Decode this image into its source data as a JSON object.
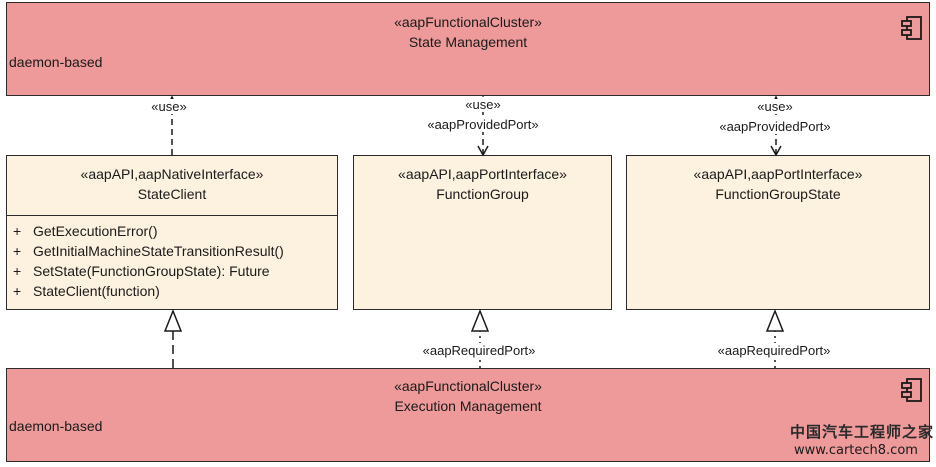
{
  "clusters": {
    "top": {
      "stereotype": "«aapFunctionalCluster»",
      "name": "State Management",
      "note": "daemon-based",
      "icon": "component-icon"
    },
    "bottom": {
      "stereotype": "«aapFunctionalCluster»",
      "name": "Execution Management",
      "note": "daemon-based",
      "icon": "component-icon"
    }
  },
  "interfaces": [
    {
      "stereotype": "«aapAPI,aapNativeInterface»",
      "name": "StateClient",
      "operations": [
        {
          "visibility": "+",
          "signature": "GetExecutionError()"
        },
        {
          "visibility": "+",
          "signature": "GetInitialMachineStateTransitionResult()"
        },
        {
          "visibility": "+",
          "signature": "SetState(FunctionGroupState): Future"
        },
        {
          "visibility": "+",
          "signature": "StateClient(function)"
        }
      ]
    },
    {
      "stereotype": "«aapAPI,aapPortInterface»",
      "name": "FunctionGroup",
      "operations": []
    },
    {
      "stereotype": "«aapAPI,aapPortInterface»",
      "name": "FunctionGroupState",
      "operations": []
    }
  ],
  "connectors": {
    "use_labels": [
      "«use»",
      "«use»",
      "«use»"
    ],
    "provided_port_labels": [
      "«aapProvidedPort»",
      "«aapProvidedPort»"
    ],
    "required_port_labels": [
      "«aapRequiredPort»",
      "«aapRequiredPort»"
    ]
  },
  "watermark": {
    "line1": "中国汽车工程师之家",
    "line2": "www.cartech8.com"
  },
  "colors": {
    "cluster_fill": "#ee9a9a",
    "interface_fill": "#fdf1df",
    "border": "#2b2b2b"
  }
}
